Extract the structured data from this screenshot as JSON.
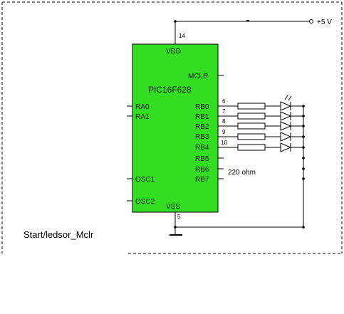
{
  "chip": {
    "name": "PIC16F628",
    "left_pins": [
      "RA0",
      "RA1",
      "OSC1",
      "OSC2"
    ],
    "right_pins": [
      "MCLR",
      "RB0",
      "RB1",
      "RB2",
      "RB3",
      "RB4",
      "RB5",
      "RB6",
      "RB7"
    ],
    "vdd_label": "VDD",
    "vss_label": "VSS",
    "body_color": "#33dd22"
  },
  "pin_numbers": {
    "vdd": "14",
    "vss": "5",
    "rb": [
      "6",
      "7",
      "8",
      "9",
      "10"
    ]
  },
  "supply_label": "+5 V",
  "resistor_label": "220 ohm",
  "caption": "Start/ledsor_Mclr"
}
